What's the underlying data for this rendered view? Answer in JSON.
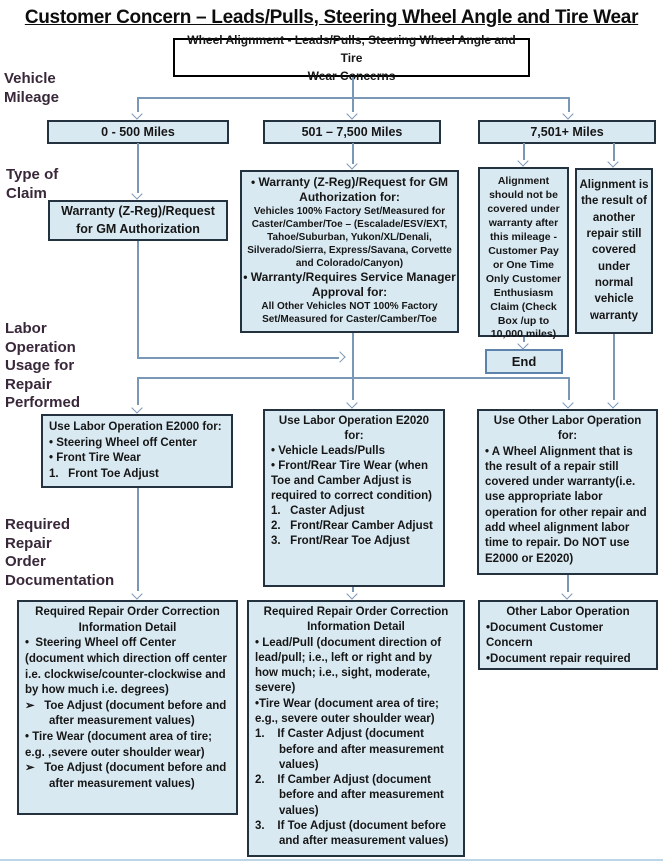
{
  "title": "Customer Concern – Leads/Pulls, Steering Wheel Angle and Tire Wear",
  "colors": {
    "box_fill": "#d9e9f2",
    "box_border": "#24313f",
    "root_box_border": "#000000",
    "end_box_border": "#5d83ad",
    "connector": "#7b97b6",
    "label_text": "#38283a",
    "body_text": "#161616"
  },
  "root_box": {
    "text": "Wheel Alignment - Leads/Pulls, Steering Wheel Angle and Tire\nWear Concerns"
  },
  "row_labels": {
    "vehicle_mileage": "Vehicle\nMileage",
    "type_of_claim": "Type of\nClaim",
    "labor_operation": "Labor\nOperation\nUsage for\nRepair\nPerformed",
    "required_documentation": "Required\nRepair\nOrder\nDocumentation"
  },
  "mileage_boxes": {
    "low": "0 - 500 Miles",
    "mid": "501 – 7,500 Miles",
    "high": "7,501+ Miles"
  },
  "claim_boxes": {
    "warranty_low": "Warranty (Z-Reg)/Request\nfor GM  Authorization",
    "warranty_mid": {
      "heading1": "• Warranty (Z-Reg)/Request for GM\nAuthorization for:",
      "body1": "Vehicles 100% Factory Set/Measured for Caster/Camber/Toe – (Escalade/ESV/EXT, Tahoe/Suburban, Yukon/XL/Denali, Silverado/Sierra, Express/Savana,  Corvette and Colorado/Canyon)",
      "heading2": "• Warranty/Requires Service Manager\nApproval for:",
      "body2": "All Other Vehicles NOT 100% Factory Set/Measured for Caster/Camber/Toe"
    },
    "not_covered": "Alignment should not be covered under warranty after this mileage - Customer Pay or  One Time Only Customer Enthusiasm Claim (Check Box /up to 10,000 miles)",
    "another_repair": "Alignment is the result of another repair still covered under normal vehicle warranty",
    "end": "End"
  },
  "labor_boxes": {
    "e2000": {
      "heading": "Use Labor Operation E2000 for:",
      "items": [
        "• Steering Wheel off Center",
        "• Front Tire Wear",
        "1.   Front Toe Adjust"
      ]
    },
    "e2020": {
      "heading": "Use Labor Operation E2020\nfor:",
      "items": [
        "• Vehicle Leads/Pulls",
        "• Front/Rear Tire Wear (when Toe and Camber Adjust is required to correct condition)",
        "1.   Caster Adjust",
        "2.   Front/Rear Camber Adjust",
        "3.   Front/Rear Toe Adjust"
      ]
    },
    "other": {
      "heading": "Use Other Labor Operation\nfor:",
      "body": "• A Wheel Alignment that is the result of a repair still covered under warranty(i.e. use appropriate labor operation for other repair and add wheel alignment labor time to repair. Do NOT use E2000 or E2020)"
    }
  },
  "documentation_boxes": {
    "low": {
      "heading": "Required Repair Order Correction\nInformation Detail",
      "items": [
        "•  Steering Wheel off Center (document which direction off center i.e. clockwise/counter-clockwise and by how much i.e. degrees)",
        "➢   Toe Adjust (document before and after measurement values)",
        "• Tire Wear (document area of tire; e.g. ,severe outer shoulder wear)",
        "➢   Toe Adjust (document before and after measurement values)"
      ]
    },
    "mid": {
      "heading": "Required Repair Order Correction\nInformation Detail",
      "items": [
        "• Lead/Pull (document direction of lead/pull; i.e., left or right and by how much; i.e., sight, moderate, severe)",
        "•Tire Wear (document area of tire; e.g., severe outer shoulder wear)",
        "1.    If Caster Adjust (document before and after measurement values)",
        "2.    If Camber Adjust (document before and after measurement values)",
        "3.    If Toe Adjust (document before and after measurement values)"
      ]
    },
    "high": {
      "heading": "Other Labor Operation",
      "items": [
        "•Document Customer Concern",
        "•Document repair required"
      ]
    }
  }
}
